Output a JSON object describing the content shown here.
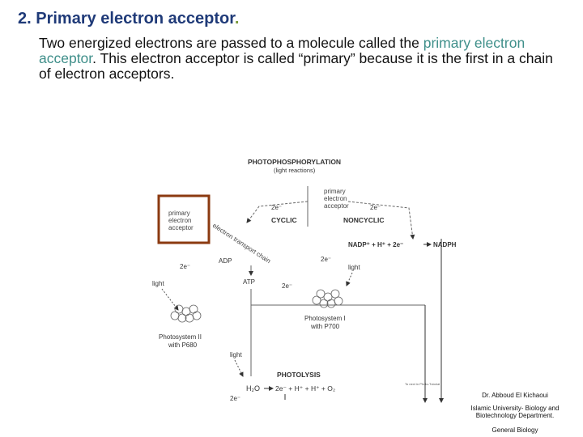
{
  "slide": {
    "heading_main": "2. Primary electron acceptor",
    "heading_dot": ".",
    "body_part1": "Two energized electrons are passed to a molecule called the ",
    "body_highlight": "primary electron acceptor",
    "body_part2": ". This electron acceptor is called “primary” because it is the first in a chain of electron acceptors."
  },
  "diagram": {
    "title": "PHOTOPHOSPHORYLATION",
    "subtitle": "(light reactions)",
    "pea_top": [
      "primary",
      "electron",
      "acceptor"
    ],
    "pea_left": [
      "primary",
      "electron",
      "acceptor"
    ],
    "cyclic": "CYCLIC",
    "noncyclic": "NONCYCLIC",
    "e2_a": "2e⁻",
    "e2_b": "2e⁻",
    "e2_c": "2e⁻",
    "e2_d": "2e⁻",
    "e2_e": "2e⁻",
    "e2_f": "2e⁻",
    "nadp_eq": "NADP⁺ + H⁺ + 2e⁻",
    "nadph": "NADPH",
    "etc": "electron transport chain",
    "adp": "ADP",
    "atp": "ATP",
    "light1": "light",
    "light2": "light",
    "light3": "light",
    "ps1": [
      "Photosystem I",
      "with P700"
    ],
    "ps2": [
      "Photosystem II",
      "with P680"
    ],
    "photolysis": "PHOTOLYSIS",
    "h2o": "H₂O",
    "photolysis_eq": "2e⁻ + H⁺ + H⁺ + O₂",
    "small_caption": "To next in Photo-Tutorial"
  },
  "credits": {
    "author": "Dr. Abboud El Kichaoui",
    "dept": "Islamic University- Biology and Biotechnology Department.",
    "course": "General Biology"
  },
  "colors": {
    "heading": "#1f3a78",
    "highlight": "#3f8f8a",
    "box": "#8b3a10"
  }
}
